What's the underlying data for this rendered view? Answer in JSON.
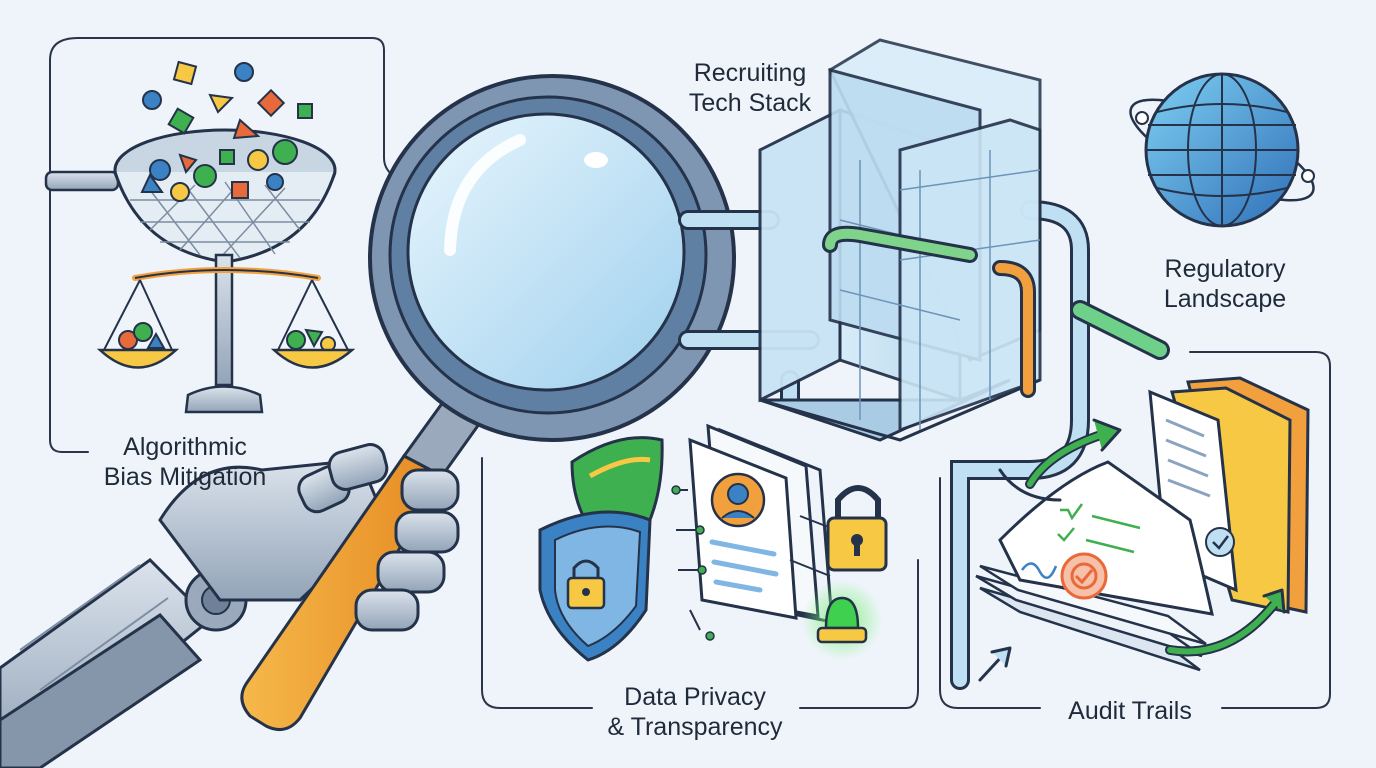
{
  "labels": {
    "recruiting_tech_stack": [
      "Recruiting",
      "Tech Stack"
    ],
    "regulatory_landscape": [
      "Regulatory",
      "Landscape"
    ],
    "algorithmic_bias_mitigation": [
      "Algorithmic",
      "Bias Mitigation"
    ],
    "data_privacy_transparency": [
      "Data Privacy",
      "& Transparency"
    ],
    "audit_trails": [
      "Audit Trails"
    ]
  },
  "icons": [
    "filter-sieve-icon",
    "balance-scale-icon",
    "magnifying-glass-icon",
    "robot-hand-icon",
    "server-tower-icon",
    "pipes-icon",
    "globe-icon",
    "shield-lock-icon",
    "id-card-documents-icon",
    "padlock-icon",
    "status-light-icon",
    "document-stack-icon",
    "folders-icon",
    "approval-stamp-icon",
    "cycle-arrows-icon"
  ],
  "colors": {
    "outline": "#24324a",
    "blue": "#3b82c4",
    "light_blue": "#bfe0f3",
    "green": "#3fb04f",
    "orange": "#f2a03d",
    "yellow": "#f7c844",
    "red_orange": "#e86a3a",
    "metal": "#a9b7c7"
  }
}
